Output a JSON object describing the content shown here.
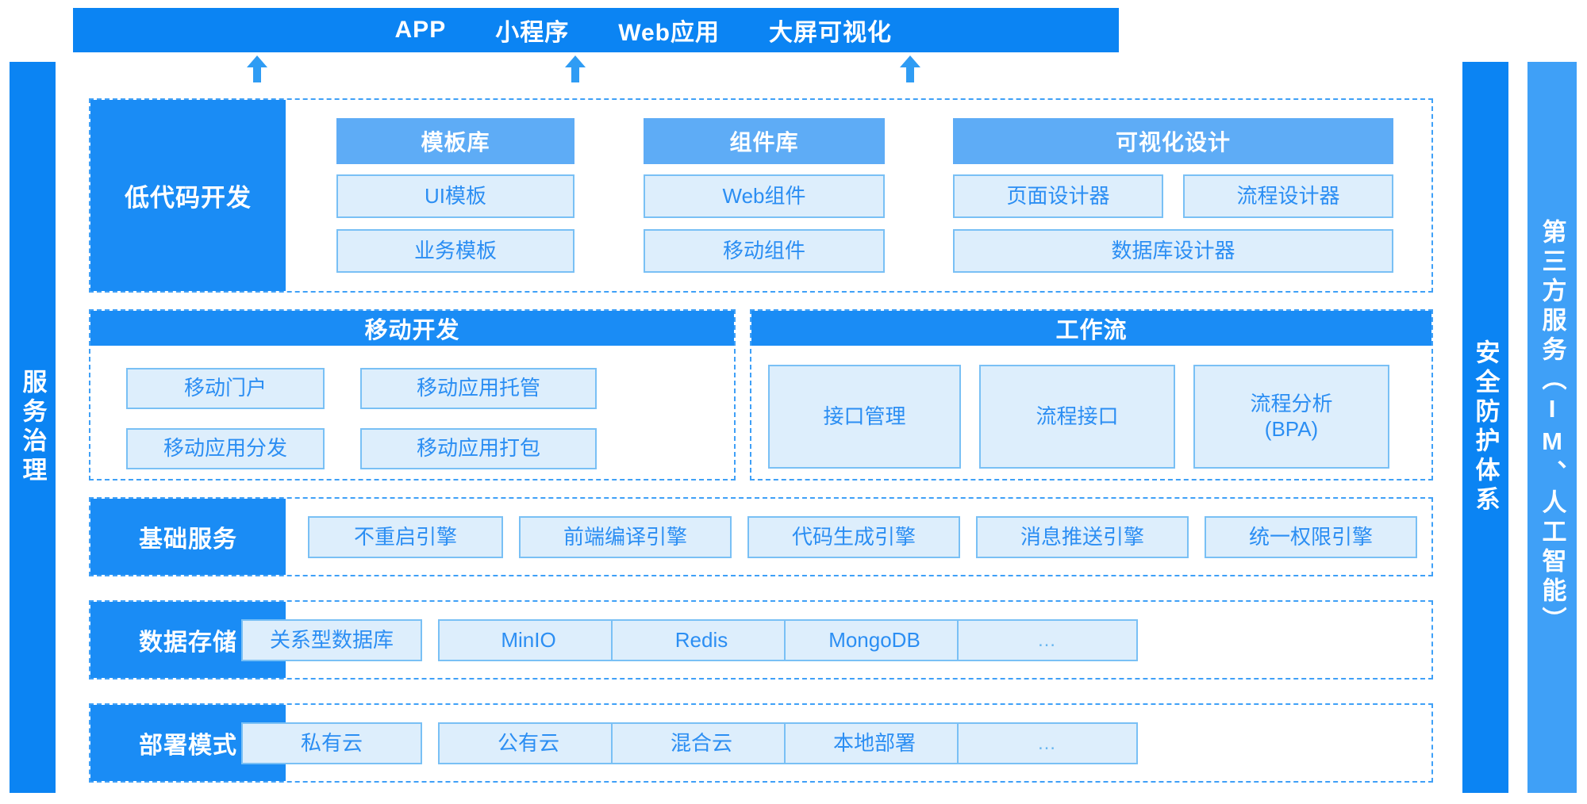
{
  "top_banner": {
    "channels": [
      "APP",
      "小程序",
      "Web应用",
      "大屏可视化"
    ]
  },
  "side_bars": {
    "left": "服务治理",
    "right_inner": "安全防护体系",
    "right_outer": "第三方服务（IM、人工智能）"
  },
  "arrows": [
    "up-arrow",
    "up-arrow",
    "up-arrow"
  ],
  "sections": {
    "lowcode": {
      "label": "低代码开发",
      "groups": [
        {
          "head": "模板库",
          "items": [
            "UI模板",
            "业务模板"
          ]
        },
        {
          "head": "组件库",
          "items": [
            "Web组件",
            "移动组件"
          ]
        },
        {
          "head": "可视化设计",
          "items": [
            "页面设计器",
            "流程设计器",
            "数据库设计器"
          ]
        }
      ]
    },
    "mobile": {
      "head": "移动开发",
      "items": [
        "移动门户",
        "移动应用托管",
        "移动应用分发",
        "移动应用打包"
      ]
    },
    "workflow": {
      "head": "工作流",
      "items": [
        "接口管理",
        "流程接口",
        "流程分析\n(BPA)"
      ]
    },
    "base_service": {
      "label": "基础服务",
      "items": [
        "不重启引擎",
        "前端编译引擎",
        "代码生成引擎",
        "消息推送引擎",
        "统一权限引擎"
      ]
    },
    "data_storage": {
      "label": "数据存储",
      "items": [
        "关系型数据库",
        "MinIO",
        "Redis",
        "MongoDB",
        "…"
      ]
    },
    "deploy_mode": {
      "label": "部署模式",
      "items": [
        "私有云",
        "公有云",
        "混合云",
        "本地部署",
        "…"
      ]
    }
  },
  "colors": {
    "primary": "#0b84f3",
    "label_blue": "#1a8cf5",
    "group_head_blue": "#5eacf6",
    "third_party_blue": "#3fa0f7",
    "cell_fill": "#ddeefc",
    "cell_border": "#79c0f5",
    "cell_text": "#2b8ef3",
    "dashed_border": "#3fa0f7"
  }
}
